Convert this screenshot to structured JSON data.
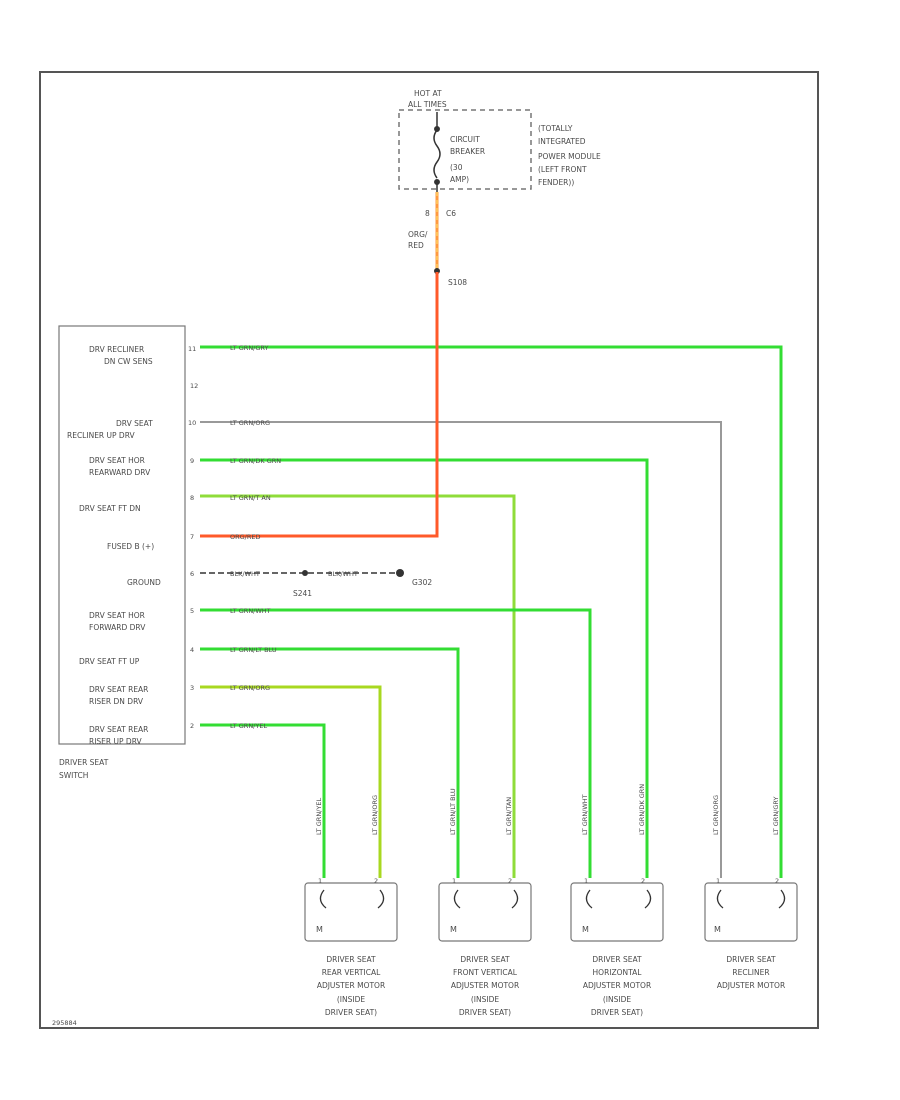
{
  "colors": {
    "green": "#33dd33",
    "green_yellow": "#a8d820",
    "orange": "#ff4a1a",
    "gray": "#999999",
    "black": "#333333",
    "frame": "#555555"
  },
  "top": {
    "hot_at": "HOT AT",
    "all_times": "ALL TIMES",
    "breaker_lines": [
      "CIRCUIT",
      "BREAKER",
      "(30",
      "AMP)"
    ],
    "module_lines": [
      "(TOTALLY",
      "INTEGRATED",
      "POWER MODULE",
      "(LEFT FRONT",
      "FENDER))"
    ],
    "cavity": "8",
    "connector": "C6",
    "wire_top_lines": [
      "ORG/",
      "RED"
    ],
    "splice_top": "S108"
  },
  "switch": {
    "name_lines": [
      "DRIVER SEAT",
      "SWITCH"
    ],
    "rows": [
      {
        "label_lines": [
          "DRV RECLINER",
          "DN CW SENS"
        ],
        "pin": "11",
        "wire": "LT GRN/GRY"
      },
      {
        "label_lines": [],
        "pin": "12",
        "wire": ""
      },
      {
        "label_lines": [
          "DRV SEAT",
          "RECLINER UP DRV"
        ],
        "pin": "10",
        "wire": "LT GRN/ORG"
      },
      {
        "label_lines": [
          "DRV SEAT HOR",
          "REARWARD DRV"
        ],
        "pin": "9",
        "wire": "LT GRN/DK GRN"
      },
      {
        "label_lines": [
          "DRV SEAT FT DN"
        ],
        "pin": "8",
        "wire": "LT GRN/T AN"
      },
      {
        "label_lines": [
          "FUSED B (+)"
        ],
        "pin": "7",
        "wire": "ORG/RED"
      },
      {
        "label_lines": [
          "GROUND"
        ],
        "pin": "6",
        "wire": "BLK/WHT"
      },
      {
        "label_lines": [
          "DRV SEAT HOR",
          "FORWARD DRV"
        ],
        "pin": "5",
        "wire": "LT GRN/WHT"
      },
      {
        "label_lines": [
          "DRV SEAT FT UP"
        ],
        "pin": "4",
        "wire": "LT GRN/LT BLU"
      },
      {
        "label_lines": [
          "DRV SEAT REAR",
          "RISER DN DRV"
        ],
        "pin": "3",
        "wire": "LT GRN/ORG"
      },
      {
        "label_lines": [
          "DRV SEAT REAR",
          "RISER UP DRV"
        ],
        "pin": "2",
        "wire": "LT GRN/YEL"
      }
    ],
    "ground_wire2": "BLK/WHT",
    "splice_ground": "S241",
    "ground_point": "G302"
  },
  "motors": [
    {
      "name_lines": [
        "DRIVER SEAT",
        "REAR VERTICAL",
        "ADJUSTER MOTOR",
        "(INSIDE",
        "DRIVER SEAT)"
      ],
      "wires": [
        "LT GRN/YEL",
        "LT GRN/ORG"
      ],
      "pins": [
        "1",
        "2"
      ],
      "symbol": "M"
    },
    {
      "name_lines": [
        "DRIVER SEAT",
        "FRONT VERTICAL",
        "ADJUSTER MOTOR",
        "(INSIDE",
        "DRIVER SEAT)"
      ],
      "wires": [
        "LT GRN/LT BLU",
        "LT GRN/TAN"
      ],
      "pins": [
        "1",
        "2"
      ],
      "symbol": "M"
    },
    {
      "name_lines": [
        "DRIVER SEAT",
        "HORIZONTAL",
        "ADJUSTER MOTOR",
        "(INSIDE",
        "DRIVER SEAT)"
      ],
      "wires": [
        "LT GRN/WHT",
        "LT GRN/DK GRN"
      ],
      "pins": [
        "1",
        "2"
      ],
      "symbol": "M"
    },
    {
      "name_lines": [
        "DRIVER SEAT",
        "RECLINER",
        "ADJUSTER MOTOR"
      ],
      "wires": [
        "LT GRN/ORG",
        "LT GRN/GRY"
      ],
      "pins": [
        "1",
        "2"
      ],
      "symbol": "M"
    }
  ],
  "figure_id": "295884"
}
